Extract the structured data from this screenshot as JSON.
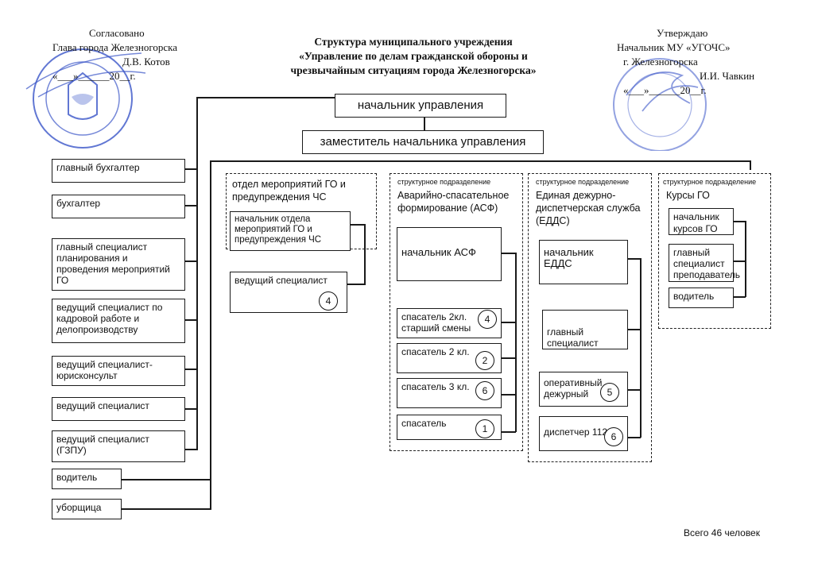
{
  "approval_left": {
    "line1": "Согласовано",
    "line2": "Глава города Железногорска",
    "line3": "Д.В. Котов",
    "line4": "«___»______20__г."
  },
  "approval_right": {
    "line1": "Утверждаю",
    "line2": "Начальник МУ «УГОЧС»",
    "line3": "г. Железногорска",
    "line4": "И.И. Чавкин",
    "line5": "«___»______20__г."
  },
  "title": {
    "line1": "Структура муниципального учреждения",
    "line2": "«Управление по делам гражданской обороны и",
    "line3": "чрезвычайным ситуациям города  Железногорска»"
  },
  "head": "начальник управления",
  "deputy": "заместитель начальника управления",
  "left_staff": [
    "главный бухгалтер",
    "бухгалтер",
    "главный специалист планирования и проведения мероприятий ГО",
    "ведущий специалист по кадровой работе и делопроизводству",
    "ведущий специалист-юрисконсульт",
    "ведущий специалист",
    "ведущий специалист (ГЗПУ)",
    "водитель",
    "уборщица"
  ],
  "dept_go": {
    "name": "отдел мероприятий ГО и предупреждения ЧС",
    "chief": "начальник отдела мероприятий ГО и предупреждения ЧС",
    "lead": "ведущий специалист",
    "lead_count": "4"
  },
  "asf": {
    "label": "структурное подразделение",
    "name": "Аварийно-спасательное формирование (АСФ)",
    "chief": "начальник АСФ",
    "roles": [
      {
        "title": "спасатель 2кл. старший смены",
        "count": "4"
      },
      {
        "title": "спасатель 2 кл.",
        "count": "2"
      },
      {
        "title": "спасатель 3 кл.",
        "count": "6"
      },
      {
        "title": "спасатель",
        "count": "1"
      }
    ]
  },
  "edds": {
    "label": "структурное подразделение",
    "name": "Единая дежурно-диспетчерская служба (ЕДДС)",
    "chief": "начальник ЕДДС",
    "roles": [
      {
        "title": "главный специалист",
        "count": ""
      },
      {
        "title": "оперативный дежурный",
        "count": "5"
      },
      {
        "title": "диспетчер 112",
        "count": "6"
      }
    ]
  },
  "courses": {
    "label": "структурное подразделение",
    "name": "Курсы ГО",
    "chief": "начальник курсов ГО",
    "teacher": "главный специалист преподаватель",
    "driver": "водитель"
  },
  "total": "Всего 46 человек",
  "colors": {
    "seal": "#3a55c8",
    "line": "#1a1a1a"
  }
}
